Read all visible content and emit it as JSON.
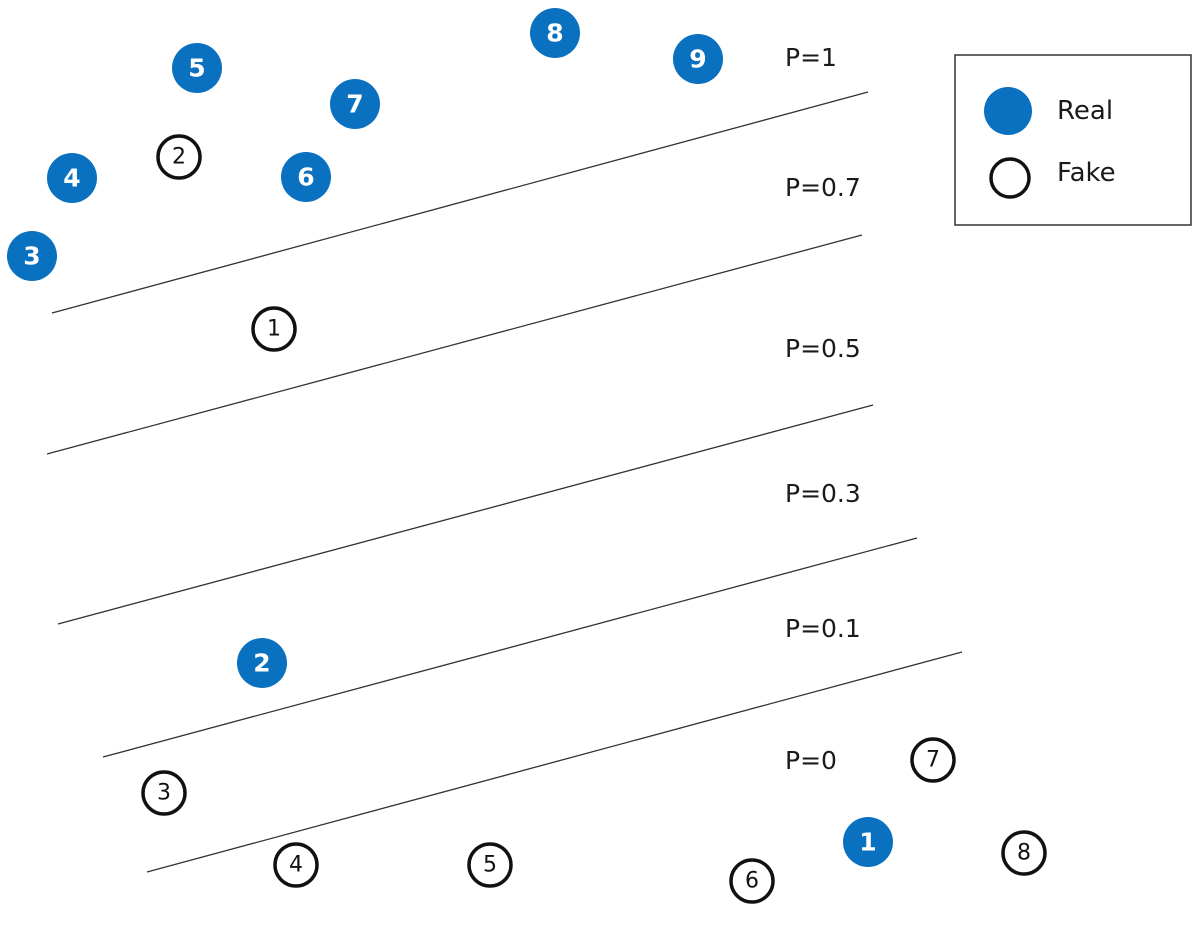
{
  "colors": {
    "real": "#0a70c0",
    "fake_stroke": "#111111",
    "line": "#333333",
    "background": "#ffffff"
  },
  "probability_labels": [
    "P=1",
    "P=0.7",
    "P=0.5",
    "P=0.3",
    "P=0.1",
    "P=0"
  ],
  "real_samples": [
    "8",
    "9",
    "5",
    "7",
    "4",
    "6",
    "3",
    "2",
    "1"
  ],
  "fake_samples": [
    "2",
    "1",
    "3",
    "7",
    "8",
    "4",
    "5",
    "6"
  ],
  "legend": {
    "real_label": "Real",
    "fake_label": "Fake"
  }
}
